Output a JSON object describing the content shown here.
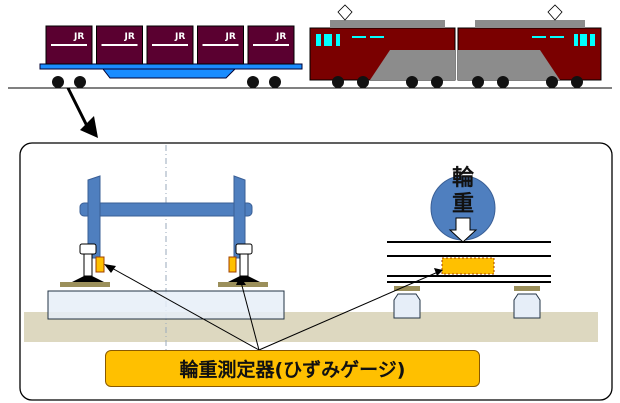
{
  "train": {
    "container_marks": [
      "JR",
      "JR",
      "JR",
      "JR",
      "JR"
    ]
  },
  "diagram": {
    "wheel_load_label": "輪重",
    "gauge_label": "輪重測定器(ひずみゲージ)"
  },
  "colors": {
    "container": "#5a0030",
    "flatcar": "#1a8cff",
    "loco": "#7a0000",
    "loco_gray": "#8c8c8c",
    "window": "#00ffff",
    "wheelset": "#4f7fbf",
    "gauge": "#FFC000",
    "ground": "#ddd8c0",
    "sleeper": "#e6eef8"
  }
}
